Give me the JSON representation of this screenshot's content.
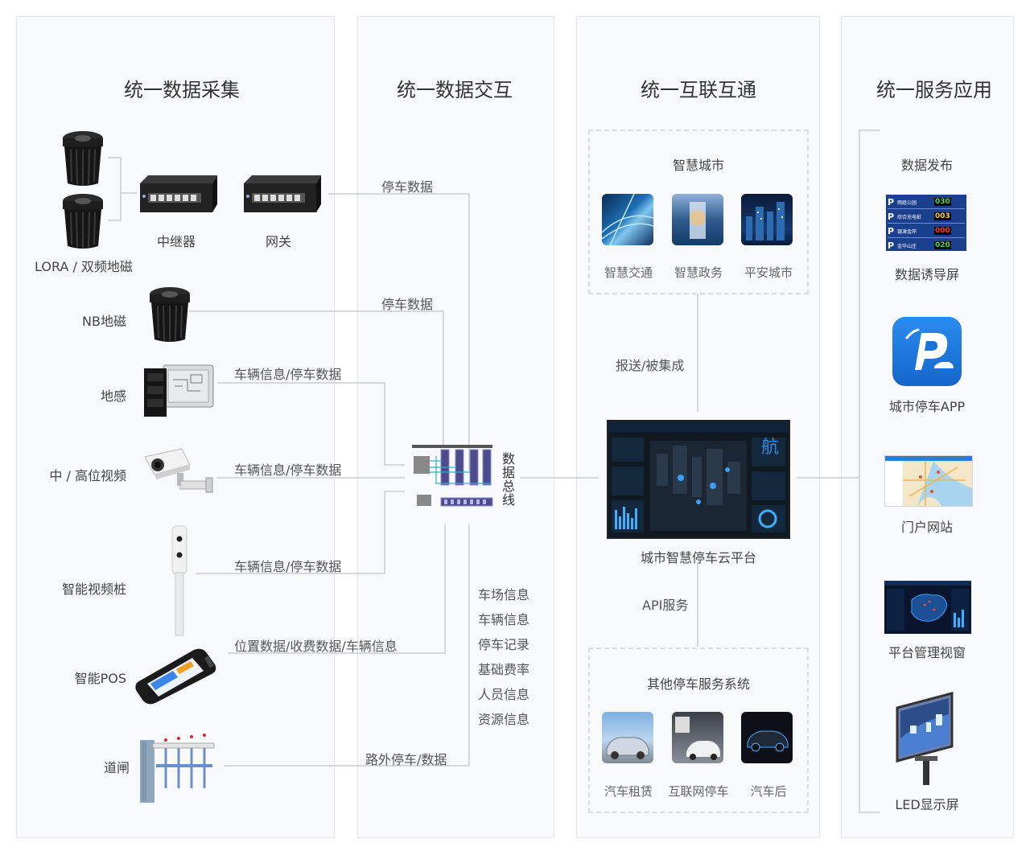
{
  "columns": {
    "c1": "统一数据采集",
    "c2": "统一数据交互",
    "c3": "统一互联互通",
    "c4": "统一服务应用"
  },
  "devices": {
    "repeater": "中继器",
    "gateway": "网关",
    "lora": "LORA / 双频地磁",
    "nb": "NB地磁",
    "ground_sensor": "地感",
    "video": "中 / 高位视频",
    "video_pile": "智能视频桩",
    "pos": "智能POS",
    "barrier": "道闸"
  },
  "edges": {
    "e1": "停车数据",
    "e2": "停车数据",
    "e3": "车辆信息/停车数据",
    "e4": "车辆信息/停车数据",
    "e5": "车辆信息/停车数据",
    "e6": "位置数据/收费数据/车辆信息",
    "e7": "路外停车/数据",
    "report": "报送/被集成",
    "api": "API服务"
  },
  "bus_chars": [
    "数",
    "据",
    "总",
    "线"
  ],
  "info_list": [
    "车场信息",
    "车辆信息",
    "停车记录",
    "基础费率",
    "人员信息",
    "资源信息"
  ],
  "smart_city": {
    "title": "智慧城市",
    "items": [
      "智慧交通",
      "智慧政务",
      "平安城市"
    ]
  },
  "platform": {
    "caption": "城市智慧停车云平台",
    "screen_char": "航"
  },
  "other_services": {
    "title": "其他停车服务系统",
    "items": [
      "汽车租赁",
      "互联网停车",
      "汽车后"
    ]
  },
  "apps": {
    "data_publish": "数据发布",
    "guide_screen": "数据诱导屏",
    "app": "城市停车APP",
    "portal": "门户网站",
    "mgmt": "平台管理视窗",
    "led": "LED显示屏"
  },
  "guide_rows": [
    {
      "p": "P",
      "name": "雨庭公园",
      "num": "030",
      "color": "#4cd964"
    },
    {
      "p": "P",
      "name": "综合充电桩",
      "num": "003",
      "color": "#ffd23a"
    },
    {
      "p": "P",
      "name": "银滩金岸",
      "num": "000",
      "color": "#ff3b30"
    },
    {
      "p": "P",
      "name": "金华山庄",
      "num": "020",
      "color": "#4cd964"
    }
  ],
  "colors": {
    "line": "#c9ccd1",
    "panel": "#f8f9fa",
    "app_blue": "#1c7be0"
  }
}
